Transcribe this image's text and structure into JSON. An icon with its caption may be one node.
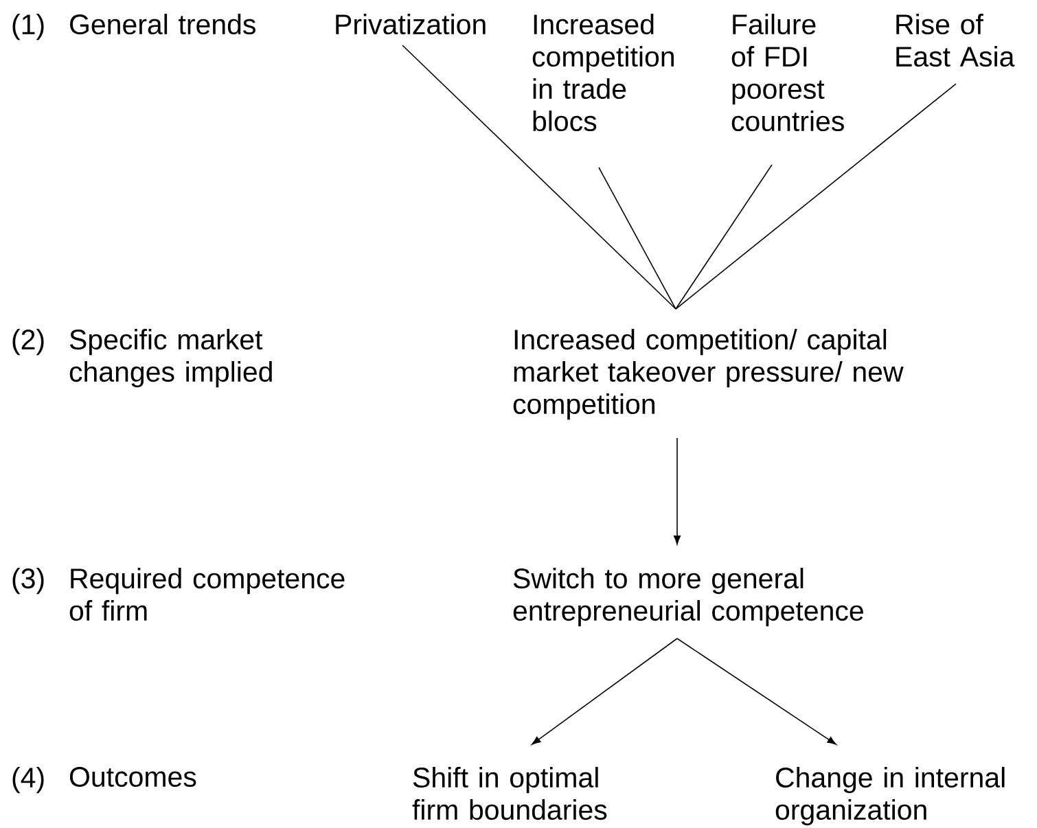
{
  "diagram": {
    "nodes": [
      {
        "text": [
          "Privatization"
        ]
      },
      {
        "text": [
          "Increased competition in trade blocs"
        ]
      },
      {
        "text": [
          "Failure of FDI poorest countries"
        ]
      },
      {
        "text": [
          "Rise of East Asia"
        ]
      },
      {
        "text": [
          "Increased competition/ capital market takeover pressure/ new competition"
        ]
      },
      {
        "text": [
          "Switch to more general entrepreneurial competence"
        ]
      },
      {
        "text": [
          "Shift in optimal firm boundaries"
        ]
      },
      {
        "text": [
          "Change in internal organization"
        ]
      }
    ],
    "edges": [
      {
        "from": 0,
        "to": 4,
        "arrow": "none"
      },
      {
        "from": 1,
        "to": 4,
        "arrow": "none"
      },
      {
        "from": 2,
        "to": 4,
        "arrow": "none"
      },
      {
        "from": 3,
        "to": 4,
        "arrow": "none"
      },
      {
        "from": 4,
        "to": 5,
        "arrow": "to"
      },
      {
        "from": 5,
        "to": 6,
        "arrow": "to"
      },
      {
        "from": 5,
        "to": 7,
        "arrow": "to"
      }
    ],
    "labels": [
      "(1)",
      "General trends",
      "(2)",
      "Specific market changes implied",
      "(3)",
      "Required competence of firm",
      "(4)",
      "Outcomes"
    ]
  }
}
